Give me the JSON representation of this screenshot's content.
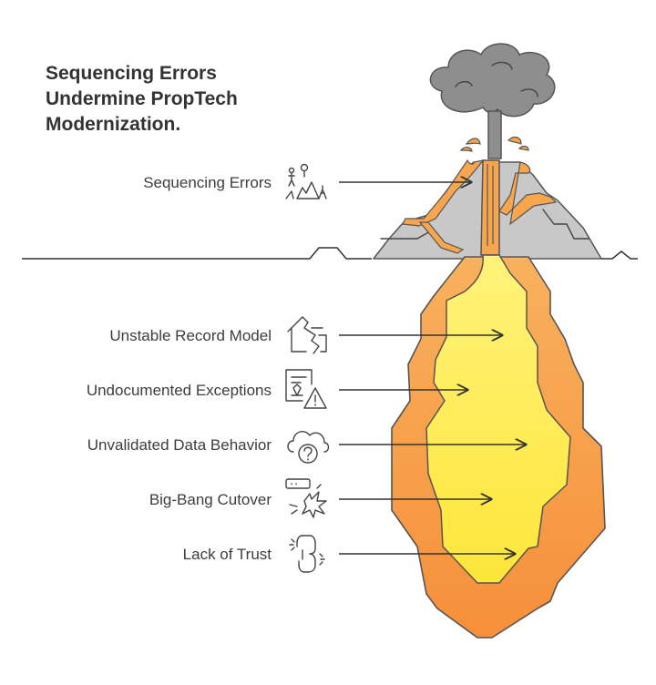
{
  "title": {
    "line1": "Sequencing Errors",
    "line2": "Undermine PropTech",
    "line3": "Modernization."
  },
  "items": [
    {
      "label": "Sequencing Errors",
      "icon": "hikers-mountain-icon"
    },
    {
      "label": "Unstable Record Model",
      "icon": "broken-house-icon"
    },
    {
      "label": "Undocumented Exceptions",
      "icon": "document-warning-icon"
    },
    {
      "label": "Unvalidated Data Behavior",
      "icon": "cloud-question-icon"
    },
    {
      "label": "Big-Bang Cutover",
      "icon": "explosion-icon"
    },
    {
      "label": "Lack of Trust",
      "icon": "broken-chain-icon"
    }
  ],
  "colors": {
    "mountain": "#c8c8c8",
    "smoke": "#8a8a8a",
    "magma_outer": "#f7a64e",
    "magma_inner": "#ffe94d",
    "line": "#333333"
  }
}
